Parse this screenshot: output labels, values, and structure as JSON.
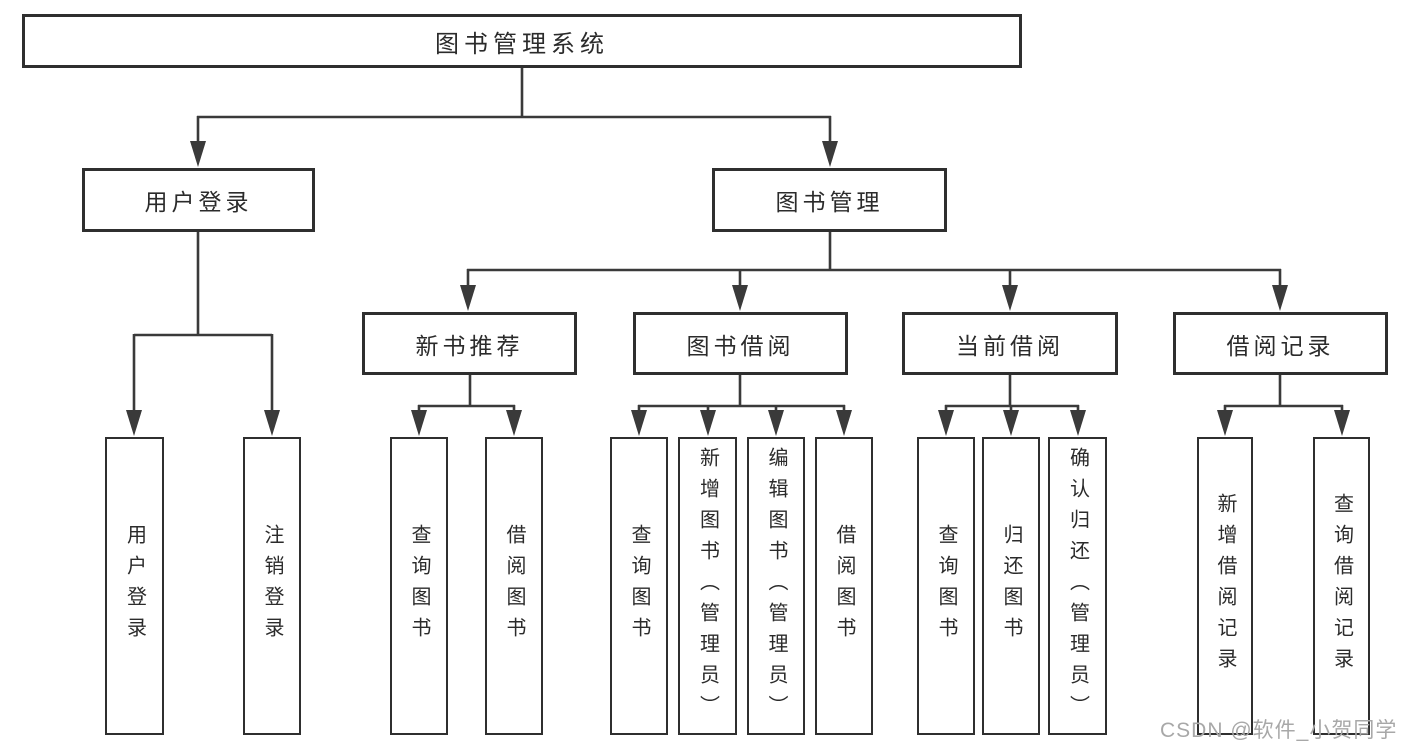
{
  "tree": {
    "root": {
      "label": "图书管理系统",
      "children": [
        {
          "label": "用户登录",
          "children": [
            {
              "label": "用户登录"
            },
            {
              "label": "注销登录"
            }
          ]
        },
        {
          "label": "图书管理",
          "children": [
            {
              "label": "新书推荐",
              "children": [
                {
                  "label": "查询图书"
                },
                {
                  "label": "借阅图书"
                }
              ]
            },
            {
              "label": "图书借阅",
              "children": [
                {
                  "label": "查询图书"
                },
                {
                  "label": "新增图书（管理员）"
                },
                {
                  "label": "编辑图书（管理员）"
                },
                {
                  "label": "借阅图书"
                }
              ]
            },
            {
              "label": "当前借阅",
              "children": [
                {
                  "label": "查询图书"
                },
                {
                  "label": "归还图书"
                },
                {
                  "label": "确认归还（管理员）"
                }
              ]
            },
            {
              "label": "借阅记录",
              "children": [
                {
                  "label": "新增借阅记录"
                },
                {
                  "label": "查询借阅记录"
                }
              ]
            }
          ]
        }
      ]
    }
  },
  "watermark": "CSDN @软件_小贺同学",
  "colors": {
    "line": "#3a3a3a",
    "box_border": "#2f2f2f",
    "text": "#2b2b2b",
    "watermark": "#a8a8a8",
    "background": "#ffffff"
  }
}
